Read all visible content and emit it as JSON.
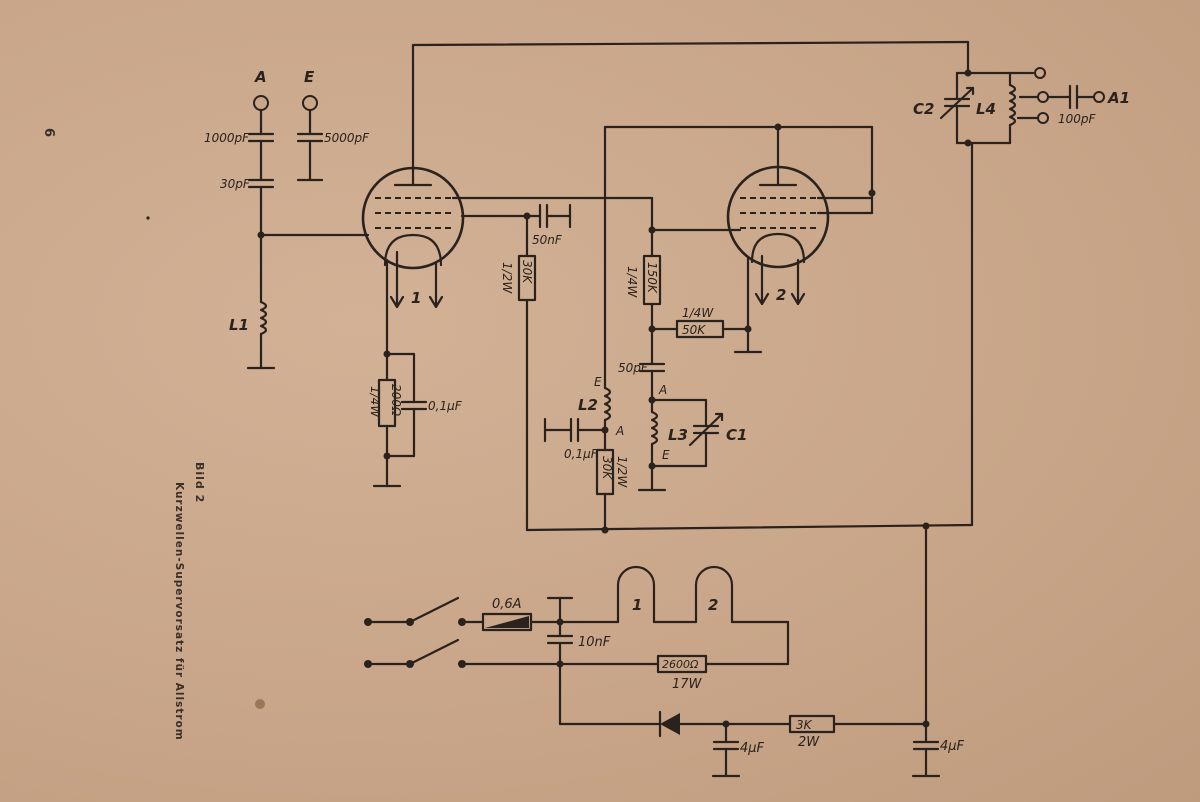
{
  "page_number": "6",
  "caption": {
    "figure": "Bild 2",
    "title": "Kurzwellen-Supervorsatz für Allstrom"
  },
  "labels": {
    "terminal_a": "A",
    "terminal_e": "E",
    "c_1000pf": "1000pF",
    "c_30pf": "30pF",
    "c_5000pf": "5000pF",
    "l1": "L1",
    "tube1": "1",
    "tube2": "2",
    "r_200": "200Ω",
    "r_200_w": "1/4W",
    "c_01uf_cathode": "0,1μF",
    "c_50nf": "50nF",
    "r_30k": "30K",
    "r_30k_w": "1/2W",
    "r_150k": "150K",
    "r_150k_w": "1/4W",
    "r_50k": "50K",
    "r_50k_w": "1/4W",
    "c_50pf": "50pF",
    "l2": "L2",
    "l2_e": "E",
    "l2_a": "A",
    "l3": "L3",
    "l3_a": "A",
    "l3_e": "E",
    "c1": "C1",
    "c_01uf_l2": "0,1μF",
    "r_30k_lower": "30K",
    "r_30k_lower_w": "1/2W",
    "c2": "C2",
    "l4": "L4",
    "a1": "A1",
    "c_100pf": "100pF",
    "fuse": "0,6A",
    "heater1": "1",
    "heater2": "2",
    "c_10nf": "10nF",
    "r_2600": "2600Ω",
    "r_2600_w": "17W",
    "c_4uf_left": "4μF",
    "r_3k": "3K",
    "r_3k_w": "2W",
    "c_4uf_right": "4μF"
  }
}
